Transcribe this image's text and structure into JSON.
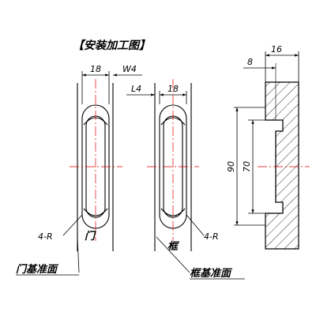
{
  "title": "【安装加工图】",
  "door_view": {
    "dim_width": "18",
    "dim_offset": "W4",
    "radius_label": "4-R",
    "part_label": "门",
    "datum_label": "门基准面"
  },
  "frame_view": {
    "dim_width": "18",
    "dim_offset": "L4",
    "radius_label": "4-R",
    "part_label": "框",
    "datum_label": "框基准面"
  },
  "section_view": {
    "dim_depth_outer": "16",
    "dim_depth_inner": "8",
    "dim_height_outer": "90",
    "dim_height_inner": "70"
  },
  "colors": {
    "outline": "#000000",
    "centerline": "#e00000"
  }
}
